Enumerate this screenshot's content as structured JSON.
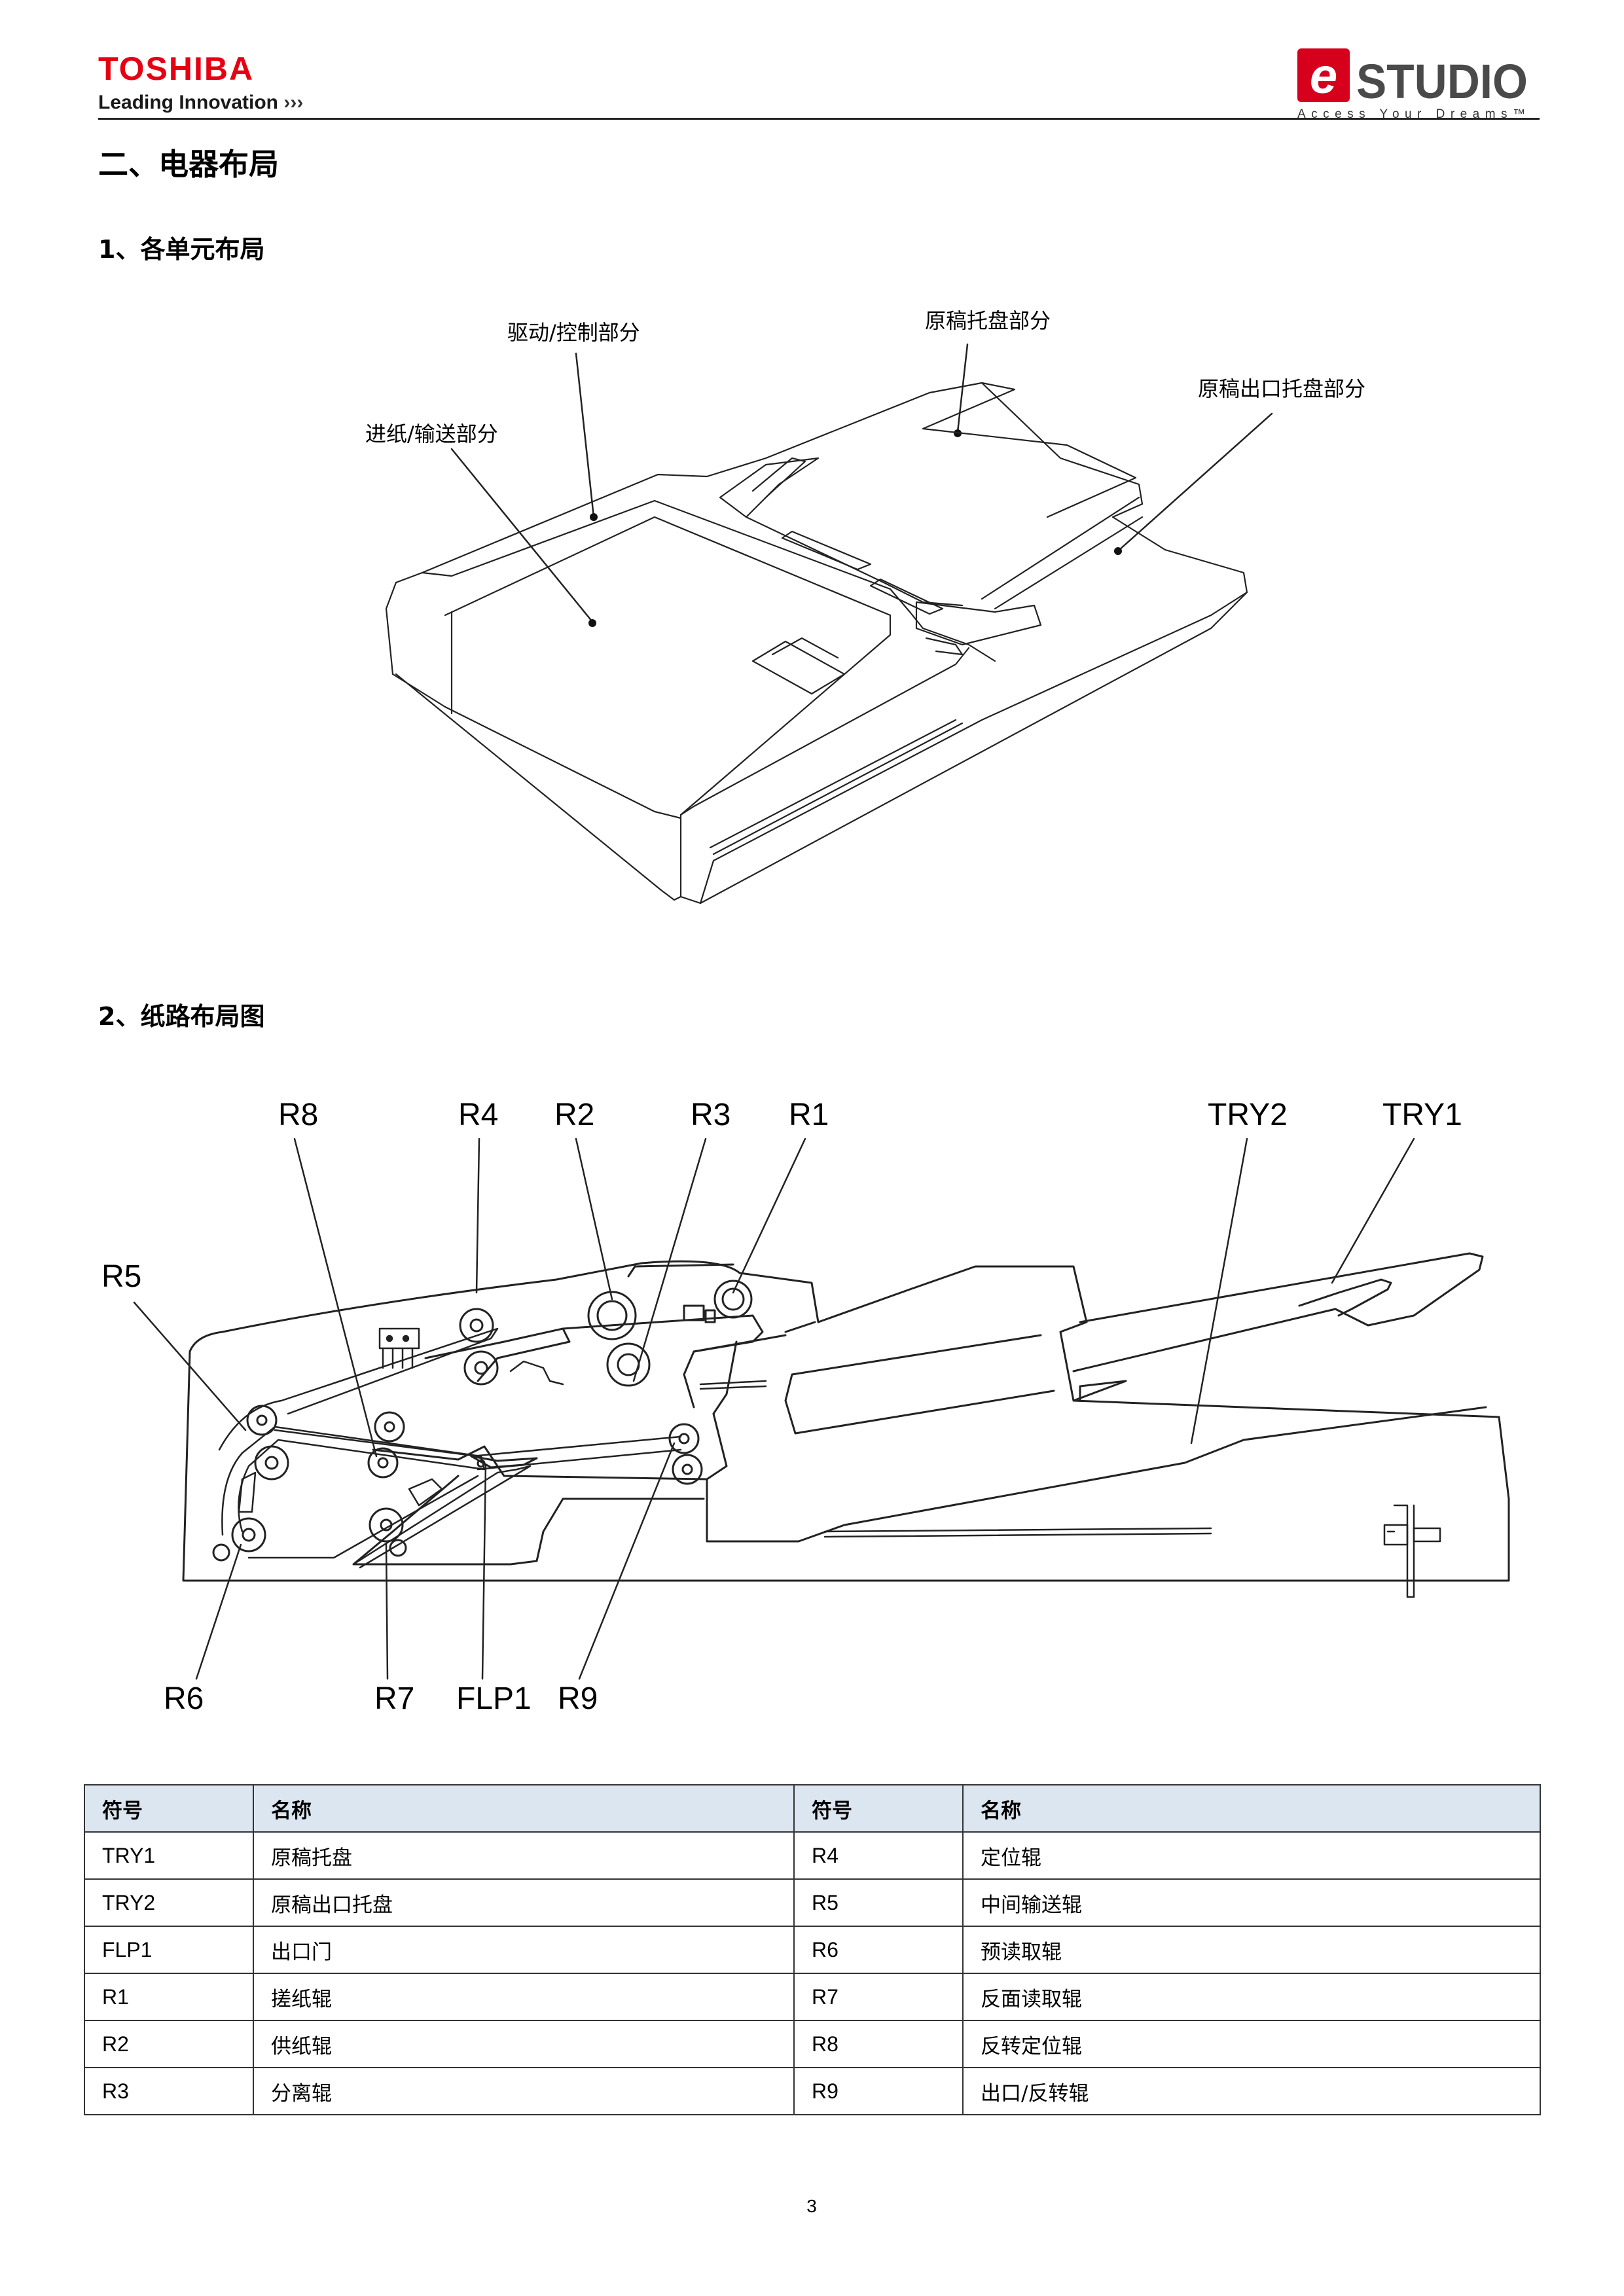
{
  "header": {
    "brand": "TOSHIBA",
    "tagline": "Leading Innovation",
    "product_logo_e": "e",
    "product_logo_rest": "STUDIO",
    "product_slogan": "Access Your Dreams™",
    "brand_color": "#e60012"
  },
  "section_title": "二、电器布局",
  "subsection1": {
    "title": "1、各单元布局",
    "labels": {
      "drive_control": "驱动/控制部分",
      "document_tray": "原稿托盘部分",
      "exit_tray": "原稿出口托盘部分",
      "feed_transport": "进纸/输送部分"
    }
  },
  "subsection2": {
    "title": "2、纸路布局图",
    "labels": {
      "R8": "R8",
      "R4": "R4",
      "R2": "R2",
      "R3": "R3",
      "R1": "R1",
      "TRY2": "TRY2",
      "TRY1": "TRY1",
      "R5": "R5",
      "R6": "R6",
      "R7": "R7",
      "FLP1": "FLP1",
      "R9": "R9"
    }
  },
  "table": {
    "headers": [
      "符号",
      "名称",
      "符号",
      "名称"
    ],
    "rows": [
      [
        "TRY1",
        "原稿托盘",
        "R4",
        "定位辊"
      ],
      [
        "TRY2",
        "原稿出口托盘",
        "R5",
        "中间输送辊"
      ],
      [
        "FLP1",
        "出口门",
        "R6",
        "预读取辊"
      ],
      [
        "R1",
        "搓纸辊",
        "R7",
        "反面读取辊"
      ],
      [
        "R2",
        "供纸辊",
        "R8",
        "反转定位辊"
      ],
      [
        "R3",
        "分离辊",
        "R9",
        "出口/反转辊"
      ]
    ],
    "header_bg": "#dce6f1"
  },
  "page_number": "3"
}
